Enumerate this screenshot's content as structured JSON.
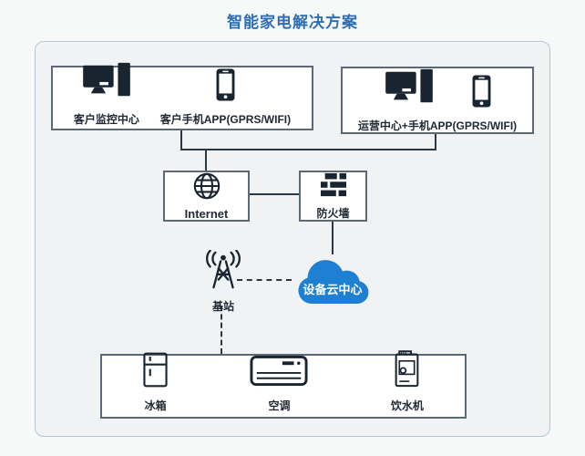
{
  "title": "智能家电解决方案",
  "nodes": {
    "client": {
      "monitor_label": "客户监控中心",
      "phone_label": "客户手机APP(GPRS/WIFI)"
    },
    "ops": {
      "label": "运营中心+手机APP(GPRS/WIFI)"
    },
    "internet": {
      "label": "Internet"
    },
    "firewall": {
      "label": "防火墙"
    },
    "base_station": {
      "label": "基站"
    },
    "cloud": {
      "label": "设备云中心"
    },
    "appliances": {
      "items": [
        "冰箱",
        "空调",
        "饮水机"
      ]
    }
  },
  "icons": {
    "client": [
      "desktop-pc-icon",
      "smartphone-icon"
    ],
    "ops": [
      "desktop-pc-icon",
      "smartphone-icon"
    ],
    "internet": "globe-icon",
    "firewall": "brick-wall-icon",
    "base_station": "antenna-tower-icon",
    "cloud": "cloud-icon",
    "appliances": [
      "fridge-icon",
      "air-conditioner-icon",
      "water-dispenser-icon"
    ]
  },
  "colors": {
    "page-bg": "#f7f8f8",
    "container-bg": "#f0f2f3",
    "container-border": "#b2c8d8",
    "title-color": "#2e6fb4",
    "icon-color": "#18242f",
    "cloud-color": "#1e80d2",
    "connector-color": "#2b3844",
    "node-border": "#5d6876",
    "label-color": "#1f2833"
  }
}
